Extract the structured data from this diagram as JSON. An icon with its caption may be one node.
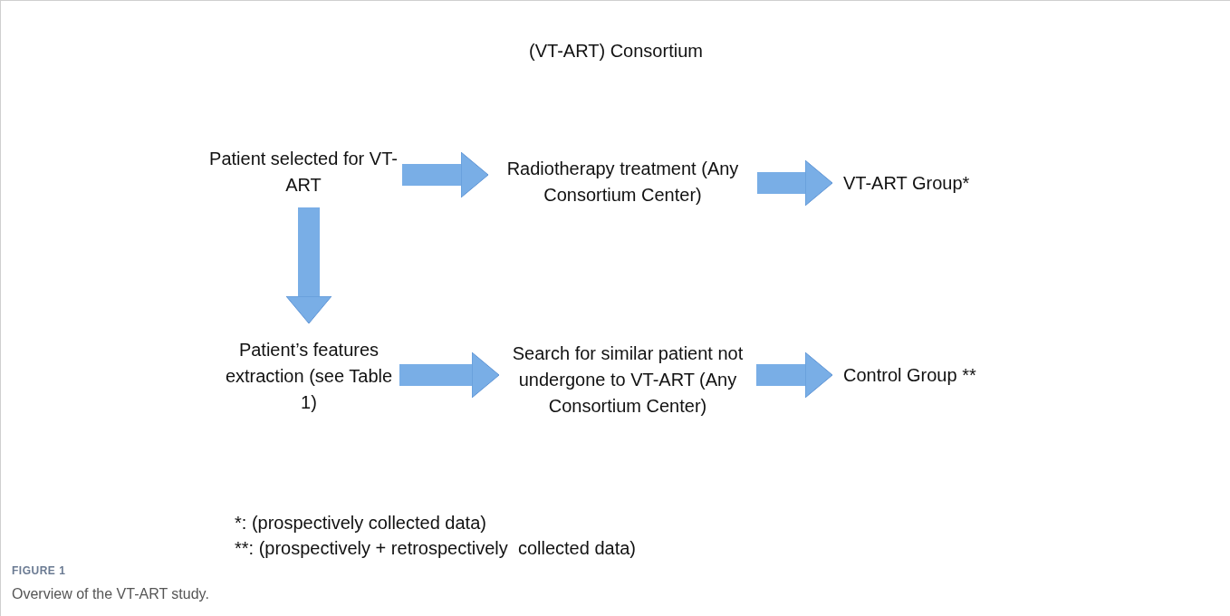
{
  "diagram": {
    "title": "(VT-ART) Consortium",
    "caption": "Overview of the VT-ART study.",
    "nodes": [
      {
        "text": [
          "Patient selected for VT-ART"
        ]
      },
      {
        "text": [
          "Radiotherapy treatment (Any Consortium Center)"
        ]
      },
      {
        "text": [
          "VT-ART Group*"
        ]
      },
      {
        "text": [
          "Patient’s features extraction (see Table 1)"
        ]
      },
      {
        "text": [
          "Search for similar patient not undergone to VT-ART (Any Consortium Center)"
        ]
      },
      {
        "text": [
          "Control Group **"
        ]
      }
    ],
    "edges": [
      {
        "from": 0,
        "to": 1,
        "arrow": "to"
      },
      {
        "from": 1,
        "to": 2,
        "arrow": "to"
      },
      {
        "from": 0,
        "to": 3,
        "arrow": "to"
      },
      {
        "from": 3,
        "to": 4,
        "arrow": "to"
      },
      {
        "from": 4,
        "to": 5,
        "arrow": "to"
      }
    ],
    "labels": [
      "*: (prospectively collected data)",
      "**: (prospectively + retrospectively  collected data)",
      "FIGURE 1"
    ]
  }
}
